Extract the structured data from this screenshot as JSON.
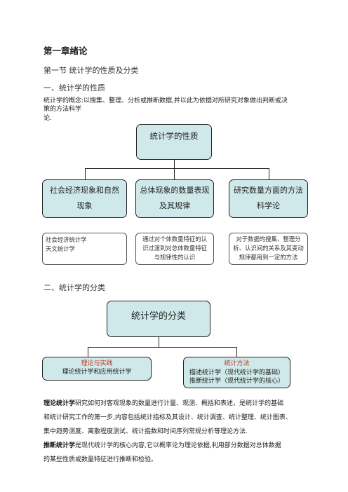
{
  "chapter_title": "第一章绪论",
  "section_title": "第一节  统计学的性质及分类",
  "sub1_title": "一、统计学的性质",
  "concept_text_1": "统计学的概念:以搜集、整理、分析或推断数据,并以此为依据对所研究对象做出判断或决",
  "concept_text_2": "策的方法科学",
  "concept_text_3": "论.",
  "nature_diagram": {
    "root": "统计学的性质",
    "children": [
      {
        "line1": "社会经济现象和自然",
        "line2": "现象",
        "desc": [
          "社会经济统计学",
          "天文统计学"
        ]
      },
      {
        "line1": "总体现象的数量表现",
        "line2": "及其规律",
        "desc": [
          "通过对个体数量特征的认",
          "识过渡到对总体数量特征",
          "与规律性的认识"
        ]
      },
      {
        "line1": "研究数量方面的方法",
        "line2": "科学论",
        "desc": [
          "对于数据的搜集、整理分",
          "析、认识间的关系及其变动",
          "规律都用到一定的方法"
        ]
      }
    ]
  },
  "sub2_title": "二、统计学的分类",
  "classify_diagram": {
    "root": "统计学的分类",
    "left": {
      "heading": "理论与实践",
      "body": "理论统计学和应用统计学"
    },
    "right": {
      "heading": "统计方法",
      "lines": [
        "描述统计学（现代统计学的基础）",
        "推断统计学（现代统计学的核心）"
      ]
    }
  },
  "theory_term": "理论统计学",
  "theory_para": [
    "研究如何对客观现象的数量进行计量、观测、概括和表述，是统计学的基础",
    "和统计研究工作的第一步,内容包括统计指标及其设计、统计调查、统计整理、统计图表、",
    "集中趋势测度、离散程度测试、统计指数和时间序列常规分析等理论方法."
  ],
  "infer_term": "推断统计学",
  "infer_para": [
    "是现代统计学的核心内容,它以概率论为理论依据,利用部分数据对总体数据",
    "的某些性质或数量特征进行推断和检验。"
  ]
}
